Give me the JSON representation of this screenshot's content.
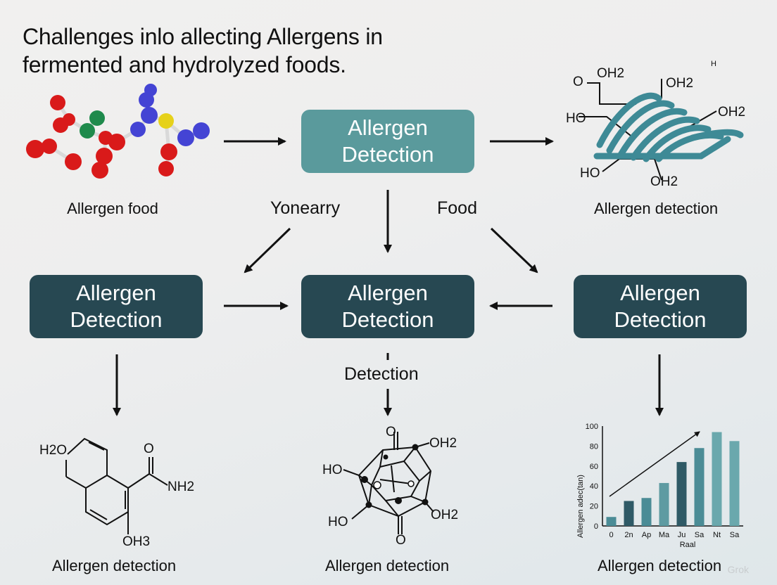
{
  "title": {
    "line1": "Challenges inlo allecting Allergens in",
    "line2": "fermented and hydrolyzed foods."
  },
  "boxes": {
    "top_center": {
      "line1": "Allergen",
      "line2": "Detection"
    },
    "mid_left": {
      "line1": "Allergen",
      "line2": "Detection"
    },
    "mid_center": {
      "line1": "Allergen",
      "line2": "Detection"
    },
    "mid_right": {
      "line1": "Allergen",
      "line2": "Detection"
    }
  },
  "edge_labels": {
    "left": "Yonearry",
    "right": "Food",
    "center_bottom": "Detection"
  },
  "captions": {
    "top_left": "Allergen food",
    "top_right": "Allergen detection",
    "bottom_left": "Allergen detection",
    "bottom_center": "Allergen detection",
    "bottom_right": "Allergen detection"
  },
  "protein_labels": {
    "o": "O",
    "oh2_a": "OH2",
    "oh2_b": "OH2",
    "oh2_c": "OH2",
    "oh2_d": "OH2",
    "ho_a": "HO",
    "ho_b": "HO",
    "h": "H"
  },
  "mol_left_labels": {
    "h2o": "H2O",
    "o": "O",
    "nh2": "NH2",
    "oh3": "OH3"
  },
  "mol_center_labels": {
    "o_top": "O",
    "oh2_top": "OH2",
    "ho_left": "HO",
    "ho_bottom": "HO",
    "oh2_bottom": "OH2",
    "o_bottom": "O"
  },
  "colors": {
    "teal_box": "#5a9a9c",
    "dark_box": "#274852",
    "arrow": "#111111"
  },
  "chart_data": {
    "type": "bar",
    "categories": [
      "0",
      "2n",
      "Ap",
      "Ma",
      "Ju",
      "Sa",
      "Nt",
      "Sa"
    ],
    "values": [
      9,
      25,
      28,
      43,
      64,
      78,
      94,
      85
    ],
    "ylim": [
      0,
      100
    ],
    "yticks": [
      0,
      20,
      40,
      60,
      80,
      100
    ],
    "ylabel": "Allergen adec(tan)",
    "xlabel": "Raal",
    "bar_colors": [
      "#4b8c96",
      "#2f5a66",
      "#4b8c96",
      "#5e9ba2",
      "#2f5a66",
      "#4b8c96",
      "#6aa8ad",
      "#6aa8ad"
    ],
    "trend_arrow": true
  },
  "watermark": "Grok"
}
